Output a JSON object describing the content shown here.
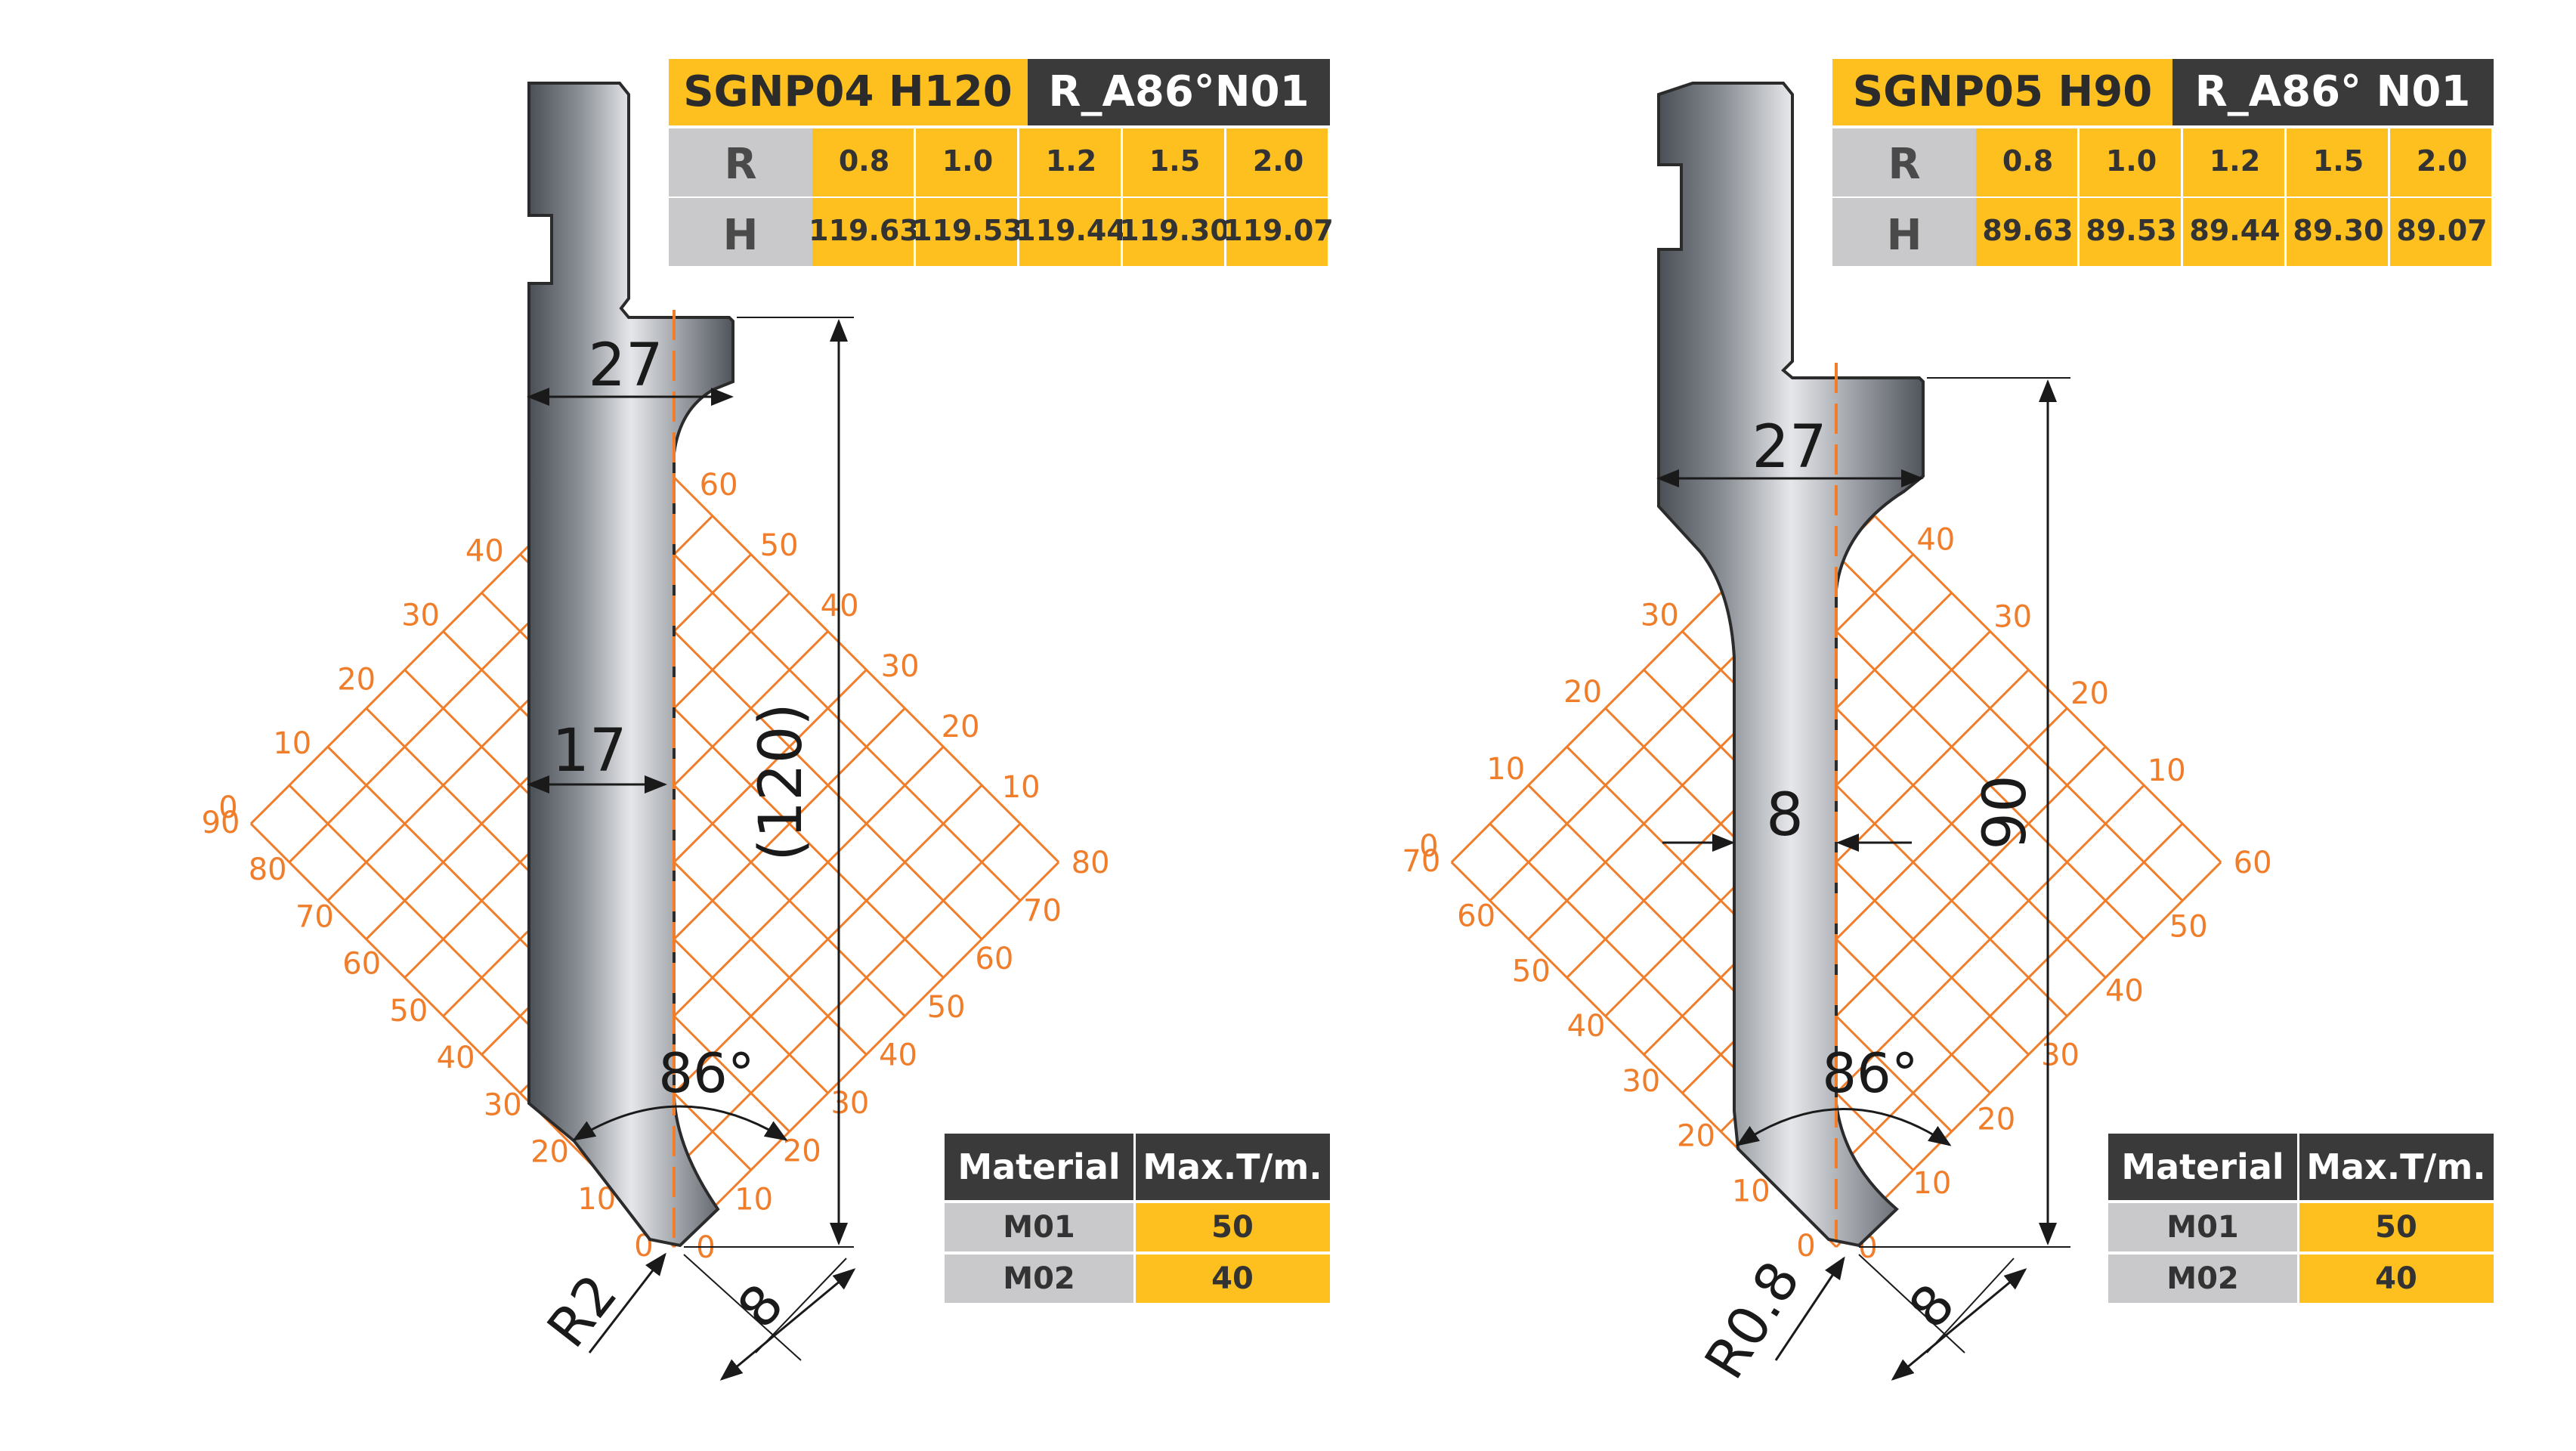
{
  "colors": {
    "grid": "#f07d2a",
    "accent_yellow": "#fdc01e",
    "dark_header": "#3a3a3a",
    "light_gray": "#c9c9cb",
    "tool_dark": "#555a60",
    "tool_light": "#e6e7ea"
  },
  "tools": [
    {
      "title": "SGNP04 H120",
      "code": "R_A86°N01",
      "row_r_label": "R",
      "row_h_label": "H",
      "r_values": [
        "0.8",
        "1.0",
        "1.2",
        "1.5",
        "2.0"
      ],
      "h_values": [
        "119.63",
        "119.53",
        "119.44",
        "119.30",
        "119.07"
      ],
      "dim_width": "27",
      "dim_neck": "17",
      "dim_height": "(120)",
      "dim_angle": "86°",
      "dim_radius": "R2",
      "dim_tip": "8",
      "grid_left_labels": [
        "0",
        "10",
        "20",
        "30",
        "40",
        "50",
        "60"
      ],
      "grid_lower_left_labels": [
        "0",
        "10",
        "20",
        "30",
        "40",
        "50",
        "60",
        "70",
        "80",
        "90"
      ],
      "grid_upper_right_labels": [
        "10",
        "20",
        "30",
        "40",
        "50",
        "60",
        "70"
      ],
      "grid_right_labels": [
        "0",
        "10",
        "20",
        "30",
        "40",
        "50",
        "60",
        "70",
        "80"
      ],
      "material_header": "Material",
      "max_header": "Max.T/m.",
      "materials": [
        {
          "name": "M01",
          "max": "50"
        },
        {
          "name": "M02",
          "max": "40"
        }
      ]
    },
    {
      "title": "SGNP05 H90",
      "code": "R_A86° N01",
      "row_r_label": "R",
      "row_h_label": "H",
      "r_values": [
        "0.8",
        "1.0",
        "1.2",
        "1.5",
        "2.0"
      ],
      "h_values": [
        "89.63",
        "89.53",
        "89.44",
        "89.30",
        "89.07"
      ],
      "dim_width": "27",
      "dim_neck": "8",
      "dim_height": "90",
      "dim_angle": "86°",
      "dim_radius": "R0.8",
      "dim_tip": "8",
      "grid_left_labels": [
        "0",
        "10",
        "20",
        "30",
        "40",
        "50"
      ],
      "grid_lower_left_labels": [
        "0",
        "10",
        "20",
        "30",
        "40",
        "50",
        "60",
        "70"
      ],
      "grid_upper_right_labels": [
        "10",
        "20",
        "30",
        "40",
        "50"
      ],
      "grid_right_labels": [
        "0",
        "10",
        "20",
        "30",
        "40",
        "50",
        "60"
      ],
      "material_header": "Material",
      "max_header": "Max.T/m.",
      "materials": [
        {
          "name": "M01",
          "max": "50"
        },
        {
          "name": "M02",
          "max": "40"
        }
      ]
    }
  ]
}
